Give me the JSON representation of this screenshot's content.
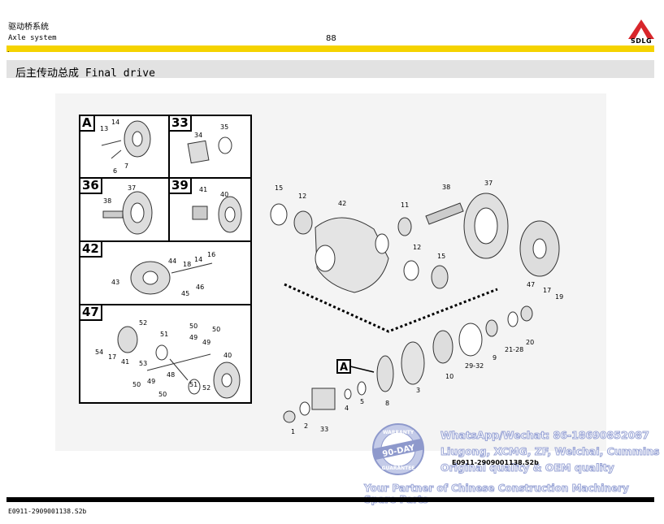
{
  "header": {
    "section_cn": "驱动桥系统",
    "section_en": "Axle system",
    "page_number": "88",
    "logo_text": "SDLG",
    "dot": "."
  },
  "title": "后主传动总成 Final drive",
  "diagram": {
    "panel_labels": [
      "A",
      "33",
      "36",
      "39",
      "42",
      "47"
    ],
    "inset_callout": "A",
    "part_numbers_main": [
      "15",
      "12",
      "42",
      "11",
      "38",
      "37",
      "12",
      "15",
      "47",
      "17",
      "19",
      "8",
      "3",
      "10",
      "9",
      "29-32",
      "21-28",
      "20",
      "1",
      "2",
      "33",
      "4",
      "5"
    ],
    "panel_A_parts": [
      "13",
      "14",
      "6",
      "7"
    ],
    "panel_33_parts": [
      "34",
      "35"
    ],
    "panel_36_parts": [
      "38",
      "37"
    ],
    "panel_39_parts": [
      "41",
      "40"
    ],
    "panel_42_parts": [
      "44",
      "18",
      "14",
      "16",
      "43",
      "45",
      "46"
    ],
    "panel_47_parts": [
      "52",
      "50",
      "51",
      "49",
      "50",
      "49",
      "54",
      "17",
      "41",
      "53",
      "40",
      "48",
      "50",
      "49",
      "51",
      "52",
      "50"
    ]
  },
  "watermark": {
    "line1": "WhatsApp/Wechat: 86-18690852087",
    "line2": "Liugong, XCMG, ZF, Weichai, Cummins",
    "line3": "Original quality & OEM quality",
    "line4": "Your Partner of Chinese Construction Machinery Spare Parts",
    "badge_top": "WARRANTY",
    "badge_mid": "90-DAY",
    "badge_bottom": "GUARANTEE"
  },
  "drawing_ref": "E0911-2909001138.S2b",
  "footer_ref": "E0911-2909001138.S2b",
  "colors": {
    "accent_yellow": "#f5d300",
    "logo_red": "#d8262b",
    "watermark_blue": "#9aa5d6"
  }
}
